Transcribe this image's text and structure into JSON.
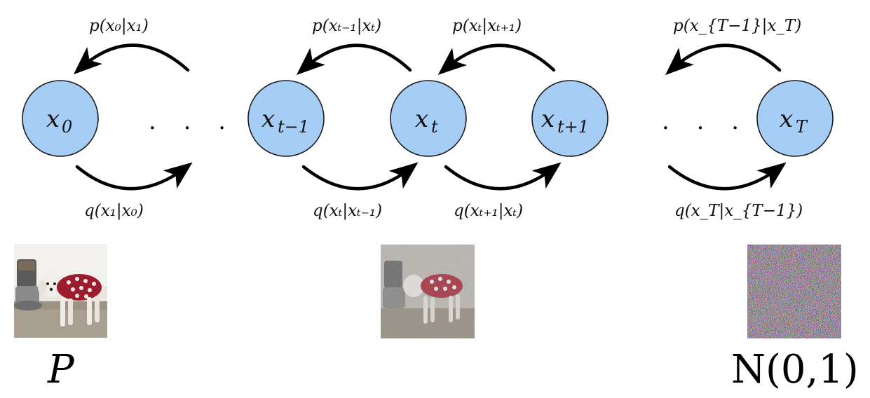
{
  "nodes": {
    "x0": {
      "base": "x",
      "sub": "0"
    },
    "xt_minus_1": {
      "base": "x",
      "sub": "t−1"
    },
    "xt": {
      "base": "x",
      "sub": "t"
    },
    "xt_plus_1": {
      "base": "x",
      "sub": "t+1"
    },
    "xT": {
      "base": "x",
      "sub": "T"
    }
  },
  "reverse_labels": {
    "p_x0_x1": "p(x₀|x₁)",
    "p_xtm1_xt": "p(xₜ₋₁|xₜ)",
    "p_xt_xtp1": "p(xₜ|xₜ₊₁)",
    "p_xTm1_xT": "p(x_{T−1}|x_T)"
  },
  "forward_labels": {
    "q_x1_x0": "q(x₁|x₀)",
    "q_xt_xtm1": "q(xₜ|xₜ₋₁)",
    "q_xtp1_xt": "q(xₜ₊₁|xₜ)",
    "q_xT_xTm1": "q(x_T|x_{T−1})"
  },
  "ellipsis": "· · ·",
  "distributions": {
    "data": "P",
    "noise": "N(0,1)"
  },
  "images": {
    "clean": "dog-photo",
    "partial": "noisy-dog-photo",
    "noise": "pure-noise"
  },
  "colors": {
    "node_fill": "#a6cdf5",
    "arrow": "#000000"
  }
}
